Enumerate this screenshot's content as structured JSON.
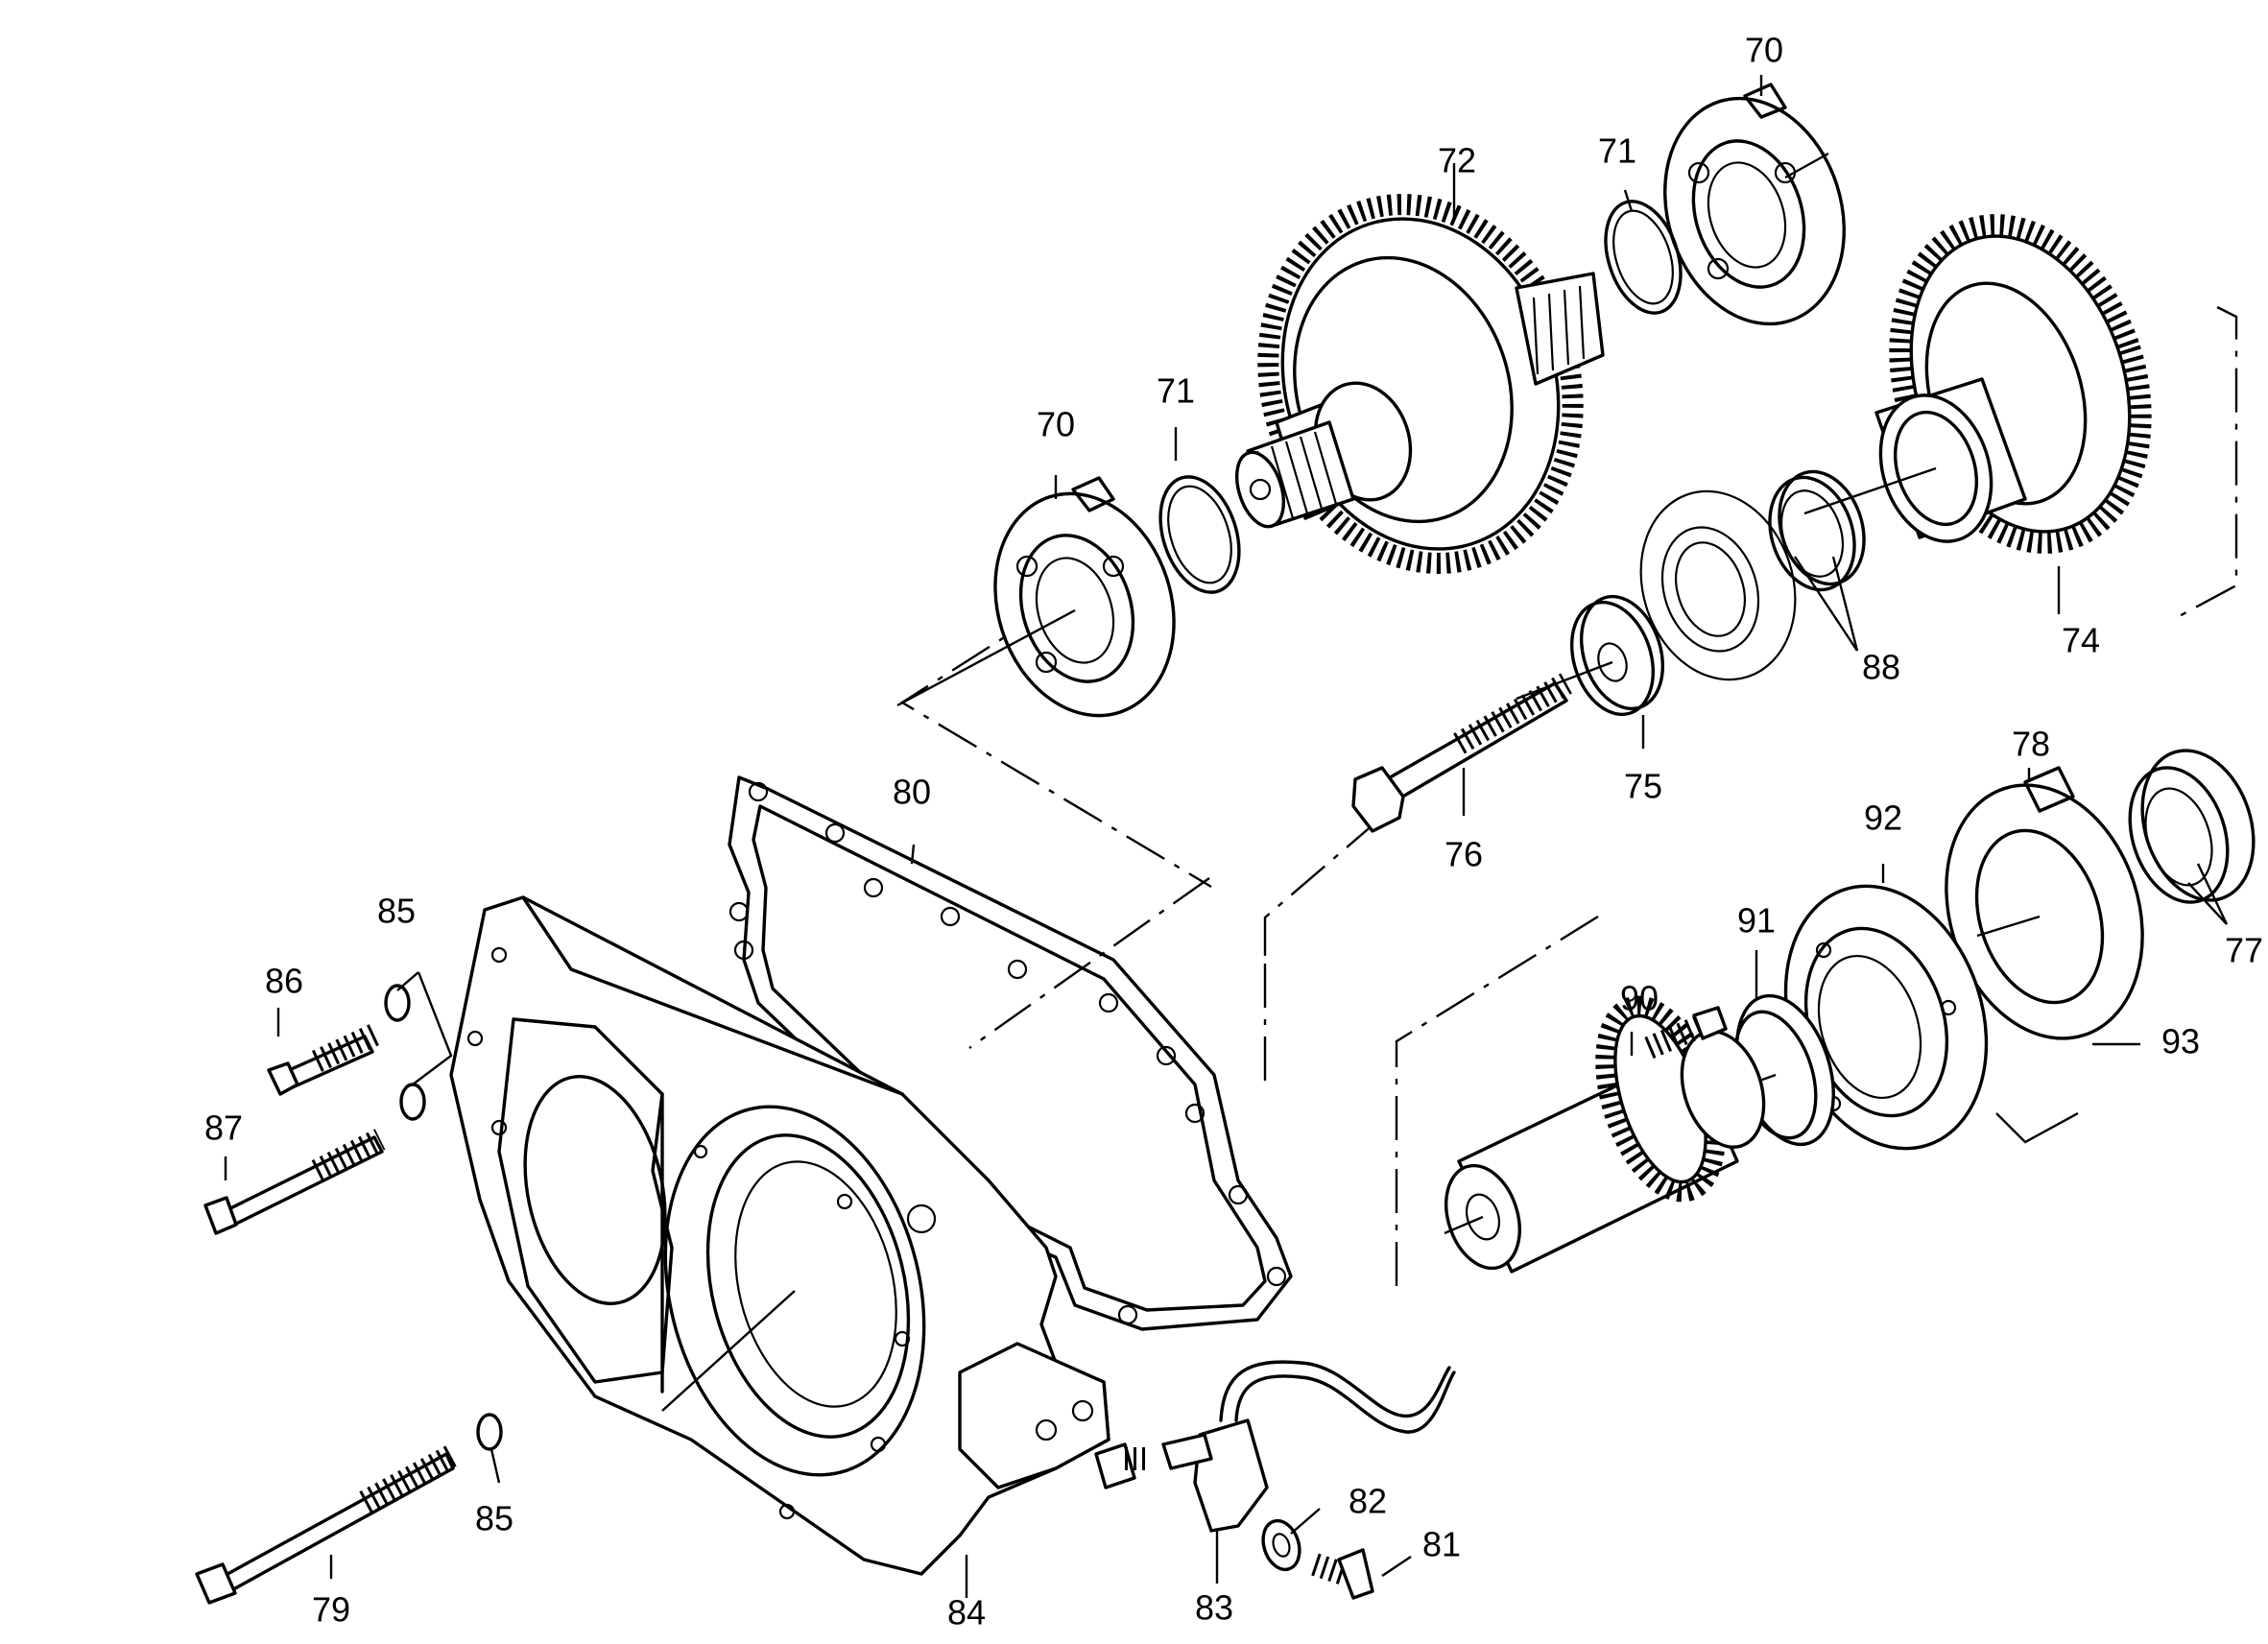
{
  "callouts": {
    "c70a": "70",
    "c70b": "70",
    "c71a": "71",
    "c71b": "71",
    "c72": "72",
    "c74": "74",
    "c75": "75",
    "c76": "76",
    "c77": "77",
    "c78": "78",
    "c79": "79",
    "c80": "80",
    "c81": "81",
    "c82": "82",
    "c83": "83",
    "c84": "84",
    "c85a": "85",
    "c85b": "85",
    "c86": "86",
    "c87": "87",
    "c88": "88",
    "c90": "90",
    "c91": "91",
    "c92": "92",
    "c93": "93"
  }
}
